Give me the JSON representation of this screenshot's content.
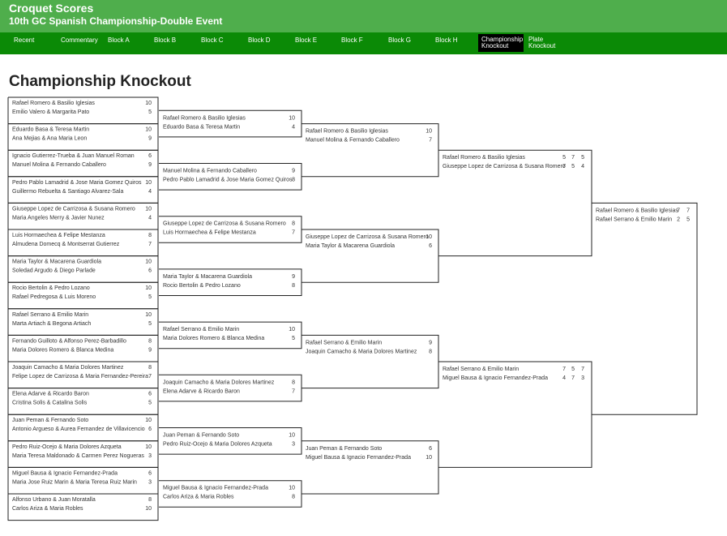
{
  "header": {
    "title": "Croquet Scores",
    "subtitle": "10th GC Spanish Championship-Double Event"
  },
  "nav": [
    {
      "label": "Recent",
      "active": false
    },
    {
      "label": "Commentary",
      "active": false
    },
    {
      "label": "Block A",
      "active": false
    },
    {
      "label": "Block B",
      "active": false
    },
    {
      "label": "Block C",
      "active": false
    },
    {
      "label": "Block D",
      "active": false
    },
    {
      "label": "Block E",
      "active": false
    },
    {
      "label": "Block F",
      "active": false
    },
    {
      "label": "Block G",
      "active": false
    },
    {
      "label": "Block H",
      "active": false
    },
    {
      "label": "Championship Knockout",
      "active": true
    },
    {
      "label": "Plate Knockout",
      "active": false
    }
  ],
  "page": {
    "title": "Championship Knockout"
  },
  "colors": {
    "header": "#4fae4c",
    "nav": "#0b8a06",
    "active_tab": "#000000",
    "line": "#222222"
  },
  "rounds": [
    {
      "matches": [
        {
          "teams": [
            {
              "name": "Rafael Romero & Basilio Iglesias",
              "scores": [
                "10"
              ]
            },
            {
              "name": "Emilio Valero & Margarita Pato",
              "scores": [
                "5"
              ]
            }
          ]
        },
        {
          "teams": [
            {
              "name": "Eduardo Basa & Teresa Martin",
              "scores": [
                "10"
              ]
            },
            {
              "name": "Ana Mejias & Ana Maria Leon",
              "scores": [
                "9"
              ]
            }
          ]
        },
        {
          "teams": [
            {
              "name": "Ignacio Gutierrez-Trueba & Juan Manuel Roman",
              "scores": [
                "6"
              ]
            },
            {
              "name": "Manuel Molina & Fernando Caballero",
              "scores": [
                "9"
              ]
            }
          ]
        },
        {
          "teams": [
            {
              "name": "Pedro Pablo Lamadrid & Jose Maria Gomez Quiros",
              "scores": [
                "10"
              ]
            },
            {
              "name": "Guillermo Rebuelta & Santiago Alvarez-Sala",
              "scores": [
                "4"
              ]
            }
          ]
        },
        {
          "teams": [
            {
              "name": "Giuseppe Lopez de Carrizosa & Susana Romero",
              "scores": [
                "10"
              ]
            },
            {
              "name": "Maria Angeles Merry & Javier Nunez",
              "scores": [
                "4"
              ]
            }
          ]
        },
        {
          "teams": [
            {
              "name": "Luis Hormaechea & Felipe Mestanza",
              "scores": [
                "8"
              ]
            },
            {
              "name": "Almudena Domecq & Montserrat Gutierrez",
              "scores": [
                "7"
              ]
            }
          ]
        },
        {
          "teams": [
            {
              "name": "Maria Taylor & Macarena Guardiola",
              "scores": [
                "10"
              ]
            },
            {
              "name": "Soledad Argudo & Diego Parlade",
              "scores": [
                "6"
              ]
            }
          ]
        },
        {
          "teams": [
            {
              "name": "Rocio Bertolin & Pedro Lozano",
              "scores": [
                "10"
              ]
            },
            {
              "name": "Rafael Pedregosa & Luis Moreno",
              "scores": [
                "5"
              ]
            }
          ]
        },
        {
          "teams": [
            {
              "name": "Rafael Serrano & Emilio Marin",
              "scores": [
                "10"
              ]
            },
            {
              "name": "Marta Artiach & Begona Artiach",
              "scores": [
                "5"
              ]
            }
          ]
        },
        {
          "teams": [
            {
              "name": "Fernando Guilloto & Alfonso Perez-Barbadillo",
              "scores": [
                "8"
              ]
            },
            {
              "name": "Maria Dolores Romero & Blanca Medina",
              "scores": [
                "9"
              ]
            }
          ]
        },
        {
          "teams": [
            {
              "name": "Joaquin Camacho & Maria Dolores Martinez",
              "scores": [
                "8"
              ]
            },
            {
              "name": "Felipe Lopez de Carrizosa & Maria Fernandez-Pereira",
              "scores": [
                "7"
              ]
            }
          ]
        },
        {
          "teams": [
            {
              "name": "Elena Adarve & Ricardo Baron",
              "scores": [
                "6"
              ]
            },
            {
              "name": "Cristina Solis & Catalina Solis",
              "scores": [
                "5"
              ]
            }
          ]
        },
        {
          "teams": [
            {
              "name": "Juan Peman & Fernando Soto",
              "scores": [
                "10"
              ]
            },
            {
              "name": "Antonio Argueso & Aurea Fernandez de Villavicencio",
              "scores": [
                "6"
              ]
            }
          ]
        },
        {
          "teams": [
            {
              "name": "Pedro Ruiz-Ocejo & Maria Dolores Azqueta",
              "scores": [
                "10"
              ]
            },
            {
              "name": "Maria Teresa Maldonado & Carmen Perez Nogueras",
              "scores": [
                "3"
              ]
            }
          ]
        },
        {
          "teams": [
            {
              "name": "Miguel Bausa & Ignacio Fernandez-Prada",
              "scores": [
                "6"
              ]
            },
            {
              "name": "Maria Jose Ruiz Marin & Maria Teresa Ruiz Marin",
              "scores": [
                "3"
              ]
            }
          ]
        },
        {
          "teams": [
            {
              "name": "Alfonso Urbano & Juan Moratalla",
              "scores": [
                "8"
              ]
            },
            {
              "name": "Carlos Ariza & Maria Robles",
              "scores": [
                "10"
              ]
            }
          ]
        }
      ]
    },
    {
      "matches": [
        {
          "teams": [
            {
              "name": "Rafael Romero & Basilio Iglesias",
              "scores": [
                "10"
              ]
            },
            {
              "name": "Eduardo Basa & Teresa Martin",
              "scores": [
                "4"
              ]
            }
          ]
        },
        {
          "teams": [
            {
              "name": "Manuel Molina & Fernando Caballero",
              "scores": [
                "9"
              ]
            },
            {
              "name": "Pedro Pablo Lamadrid & Jose Maria Gomez Quiros",
              "scores": [
                "8"
              ]
            }
          ]
        },
        {
          "teams": [
            {
              "name": "Giuseppe Lopez de Carrizosa & Susana Romero",
              "scores": [
                "8"
              ]
            },
            {
              "name": "Luis Hormaechea & Felipe Mestanza",
              "scores": [
                "7"
              ]
            }
          ]
        },
        {
          "teams": [
            {
              "name": "Maria Taylor & Macarena Guardiola",
              "scores": [
                "9"
              ]
            },
            {
              "name": "Rocio Bertolin & Pedro Lozano",
              "scores": [
                "8"
              ]
            }
          ]
        },
        {
          "teams": [
            {
              "name": "Rafael Serrano & Emilio Marin",
              "scores": [
                "10"
              ]
            },
            {
              "name": "Maria Dolores Romero & Blanca Medina",
              "scores": [
                "5"
              ]
            }
          ]
        },
        {
          "teams": [
            {
              "name": "Joaquin Camacho & Maria Dolores Martinez",
              "scores": [
                "8"
              ]
            },
            {
              "name": "Elena Adarve & Ricardo Baron",
              "scores": [
                "7"
              ]
            }
          ]
        },
        {
          "teams": [
            {
              "name": "Juan Peman & Fernando Soto",
              "scores": [
                "10"
              ]
            },
            {
              "name": "Pedro Ruiz-Ocejo & Maria Dolores Azqueta",
              "scores": [
                "3"
              ]
            }
          ]
        },
        {
          "teams": [
            {
              "name": "Miguel Bausa & Ignacio Fernandez-Prada",
              "scores": [
                "10"
              ]
            },
            {
              "name": "Carlos Ariza & Maria Robles",
              "scores": [
                "8"
              ]
            }
          ]
        }
      ]
    },
    {
      "matches": [
        {
          "teams": [
            {
              "name": "Rafael Romero & Basilio Iglesias",
              "scores": [
                "10"
              ]
            },
            {
              "name": "Manuel Molina & Fernando Caballero",
              "scores": [
                "7"
              ]
            }
          ]
        },
        {
          "teams": [
            {
              "name": "Giuseppe Lopez de Carrizosa & Susana Romero",
              "scores": [
                "10"
              ]
            },
            {
              "name": "Maria Taylor & Macarena Guardiola",
              "scores": [
                "6"
              ]
            }
          ]
        },
        {
          "teams": [
            {
              "name": "Rafael Serrano & Emilio Marin",
              "scores": [
                "9"
              ]
            },
            {
              "name": "Joaquin Camacho & Maria Dolores Martinez",
              "scores": [
                "8"
              ]
            }
          ]
        },
        {
          "teams": [
            {
              "name": "Juan Peman & Fernando Soto",
              "scores": [
                "6"
              ]
            },
            {
              "name": "Miguel Bausa & Ignacio Fernandez-Prada",
              "scores": [
                "10"
              ]
            }
          ]
        }
      ]
    },
    {
      "matches": [
        {
          "teams": [
            {
              "name": "Rafael Romero & Basilio Iglesias",
              "scores": [
                "5",
                "7",
                "5"
              ]
            },
            {
              "name": "Giuseppe Lopez de Carrizosa & Susana Romero",
              "scores": [
                "7",
                "5",
                "4"
              ]
            }
          ]
        },
        {
          "teams": [
            {
              "name": "Rafael Serrano & Emilio Marin",
              "scores": [
                "7",
                "5",
                "7"
              ]
            },
            {
              "name": "Miguel Bausa & Ignacio Fernandez-Prada",
              "scores": [
                "4",
                "7",
                "3"
              ]
            }
          ]
        }
      ]
    },
    {
      "matches": [
        {
          "teams": [
            {
              "name": "Rafael Romero & Basilio Iglesias",
              "scores": [
                "7",
                "7"
              ]
            },
            {
              "name": "Rafael Serrano & Emilio Marin",
              "scores": [
                "2",
                "5"
              ]
            }
          ]
        }
      ]
    }
  ]
}
